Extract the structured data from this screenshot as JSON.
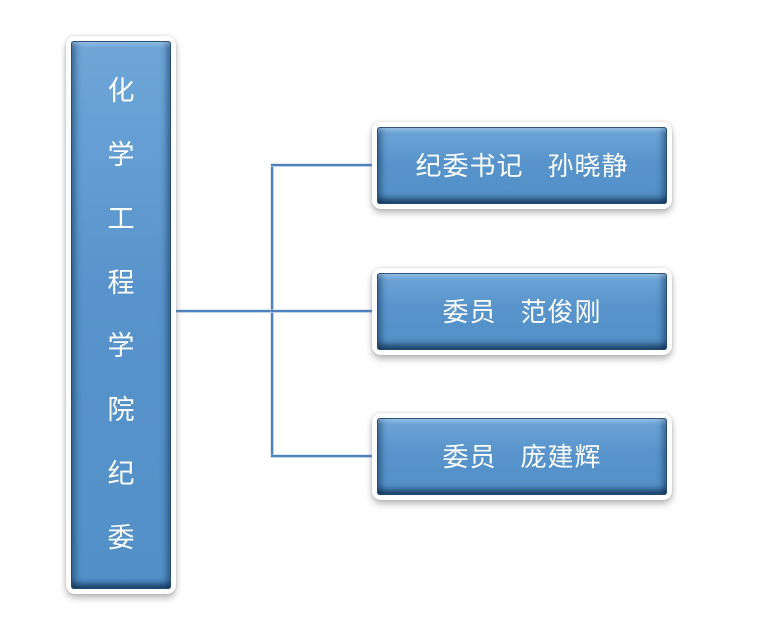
{
  "diagram": {
    "type": "org-chart",
    "root": {
      "label": "化学工程学院纪委"
    },
    "members": [
      {
        "role": "纪委书记",
        "name": "孙晓静"
      },
      {
        "role": "委员",
        "name": "范俊刚"
      },
      {
        "role": "委员",
        "name": "庞建辉"
      }
    ]
  },
  "colors": {
    "background": "#ffffff",
    "node_fill": "#5894cb",
    "node_fill_top": "#6ea6d8",
    "node_edge_dark": "#234d76",
    "node_frame": "#ffffff",
    "connector": "#4f81bd",
    "connector_halo": "#b8cce4",
    "text": "#ffffff"
  }
}
